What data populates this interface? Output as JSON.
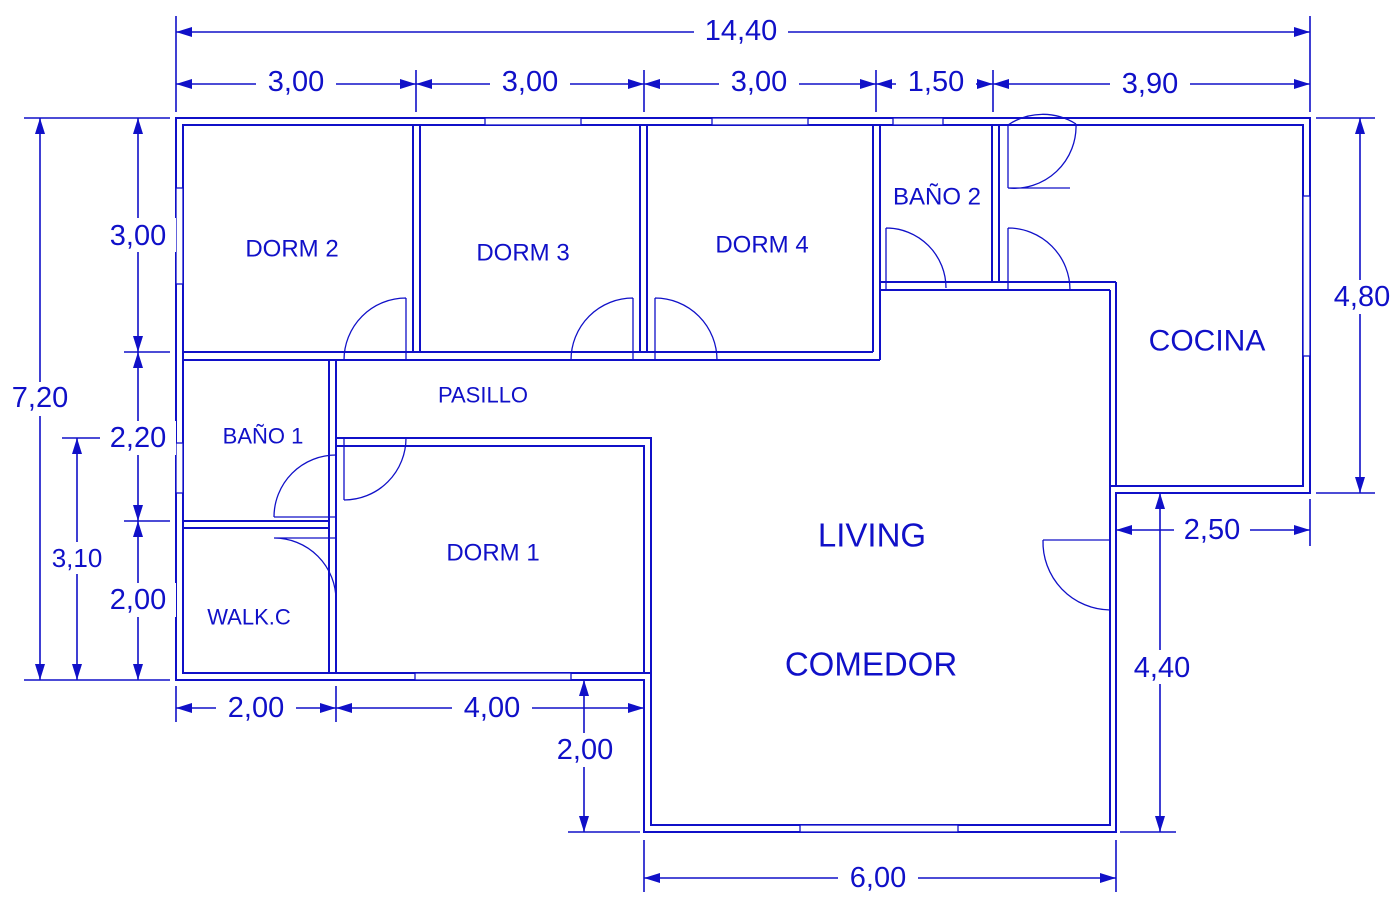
{
  "rooms": {
    "dorm2": "DORM 2",
    "dorm3": "DORM 3",
    "dorm4": "DORM 4",
    "bano2": "BAÑO 2",
    "cocina": "COCINA",
    "pasillo": "PASILLO",
    "bano1": "BAÑO 1",
    "walk": "WALK.C",
    "dorm1": "DORM 1",
    "living": "LIVING",
    "comedor": "COMEDOR"
  },
  "dimensions": {
    "total_width": "14,40",
    "top_1": "3,00",
    "top_2": "3,00",
    "top_3": "3,00",
    "top_4": "1,50",
    "top_5": "3,90",
    "total_height": "7,20",
    "left_1": "3,00",
    "left_2": "2,20",
    "left_3": "2,00",
    "left_4": "3,10",
    "right_1": "4,80",
    "right_2": "2,50",
    "right_3": "4,40",
    "bottom_1": "2,00",
    "bottom_2": "4,00",
    "bottom_3": "2,00",
    "bottom_4": "6,00"
  },
  "colors": {
    "line": "#1010c8",
    "background": "#ffffff"
  }
}
